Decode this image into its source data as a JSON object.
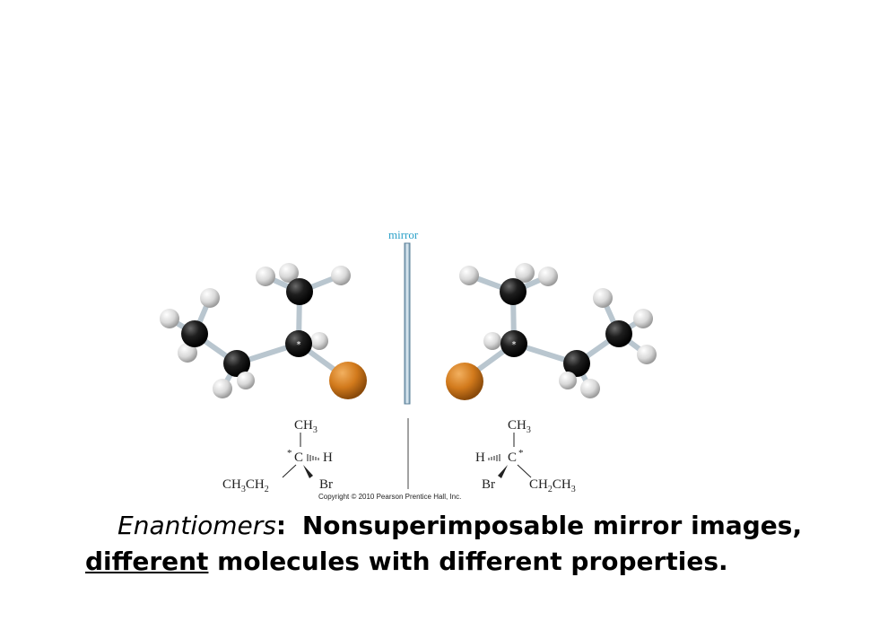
{
  "mirror_label": "mirror",
  "left_formula": {
    "top": "CH",
    "top_sub": "3",
    "star": "*",
    "center": "C",
    "h": "H",
    "left": "CH",
    "left_sub1": "3",
    "left_mid": "CH",
    "left_sub2": "2",
    "br": "Br"
  },
  "right_formula": {
    "top": "CH",
    "top_sub": "3",
    "star": "*",
    "center": "C",
    "h": "H",
    "right": "CH",
    "right_sub1": "2",
    "right_mid": "CH",
    "right_sub2": "3",
    "br": "Br"
  },
  "copyright": "Copyright © 2010 Pearson Prentice Hall, Inc.",
  "caption": {
    "term": "Enantiomers",
    "colon": ":",
    "line1_rest": "Nonsuperimposable mirror images,",
    "underlined": "different",
    "line2_rest": " molecules with different properties."
  },
  "colors": {
    "carbon": "#1a1a1a",
    "hydrogen": "#e4e4e4",
    "bromine": "#d07a1e",
    "bond": "#b8c4cc",
    "mirror": "#8fb3c9"
  }
}
